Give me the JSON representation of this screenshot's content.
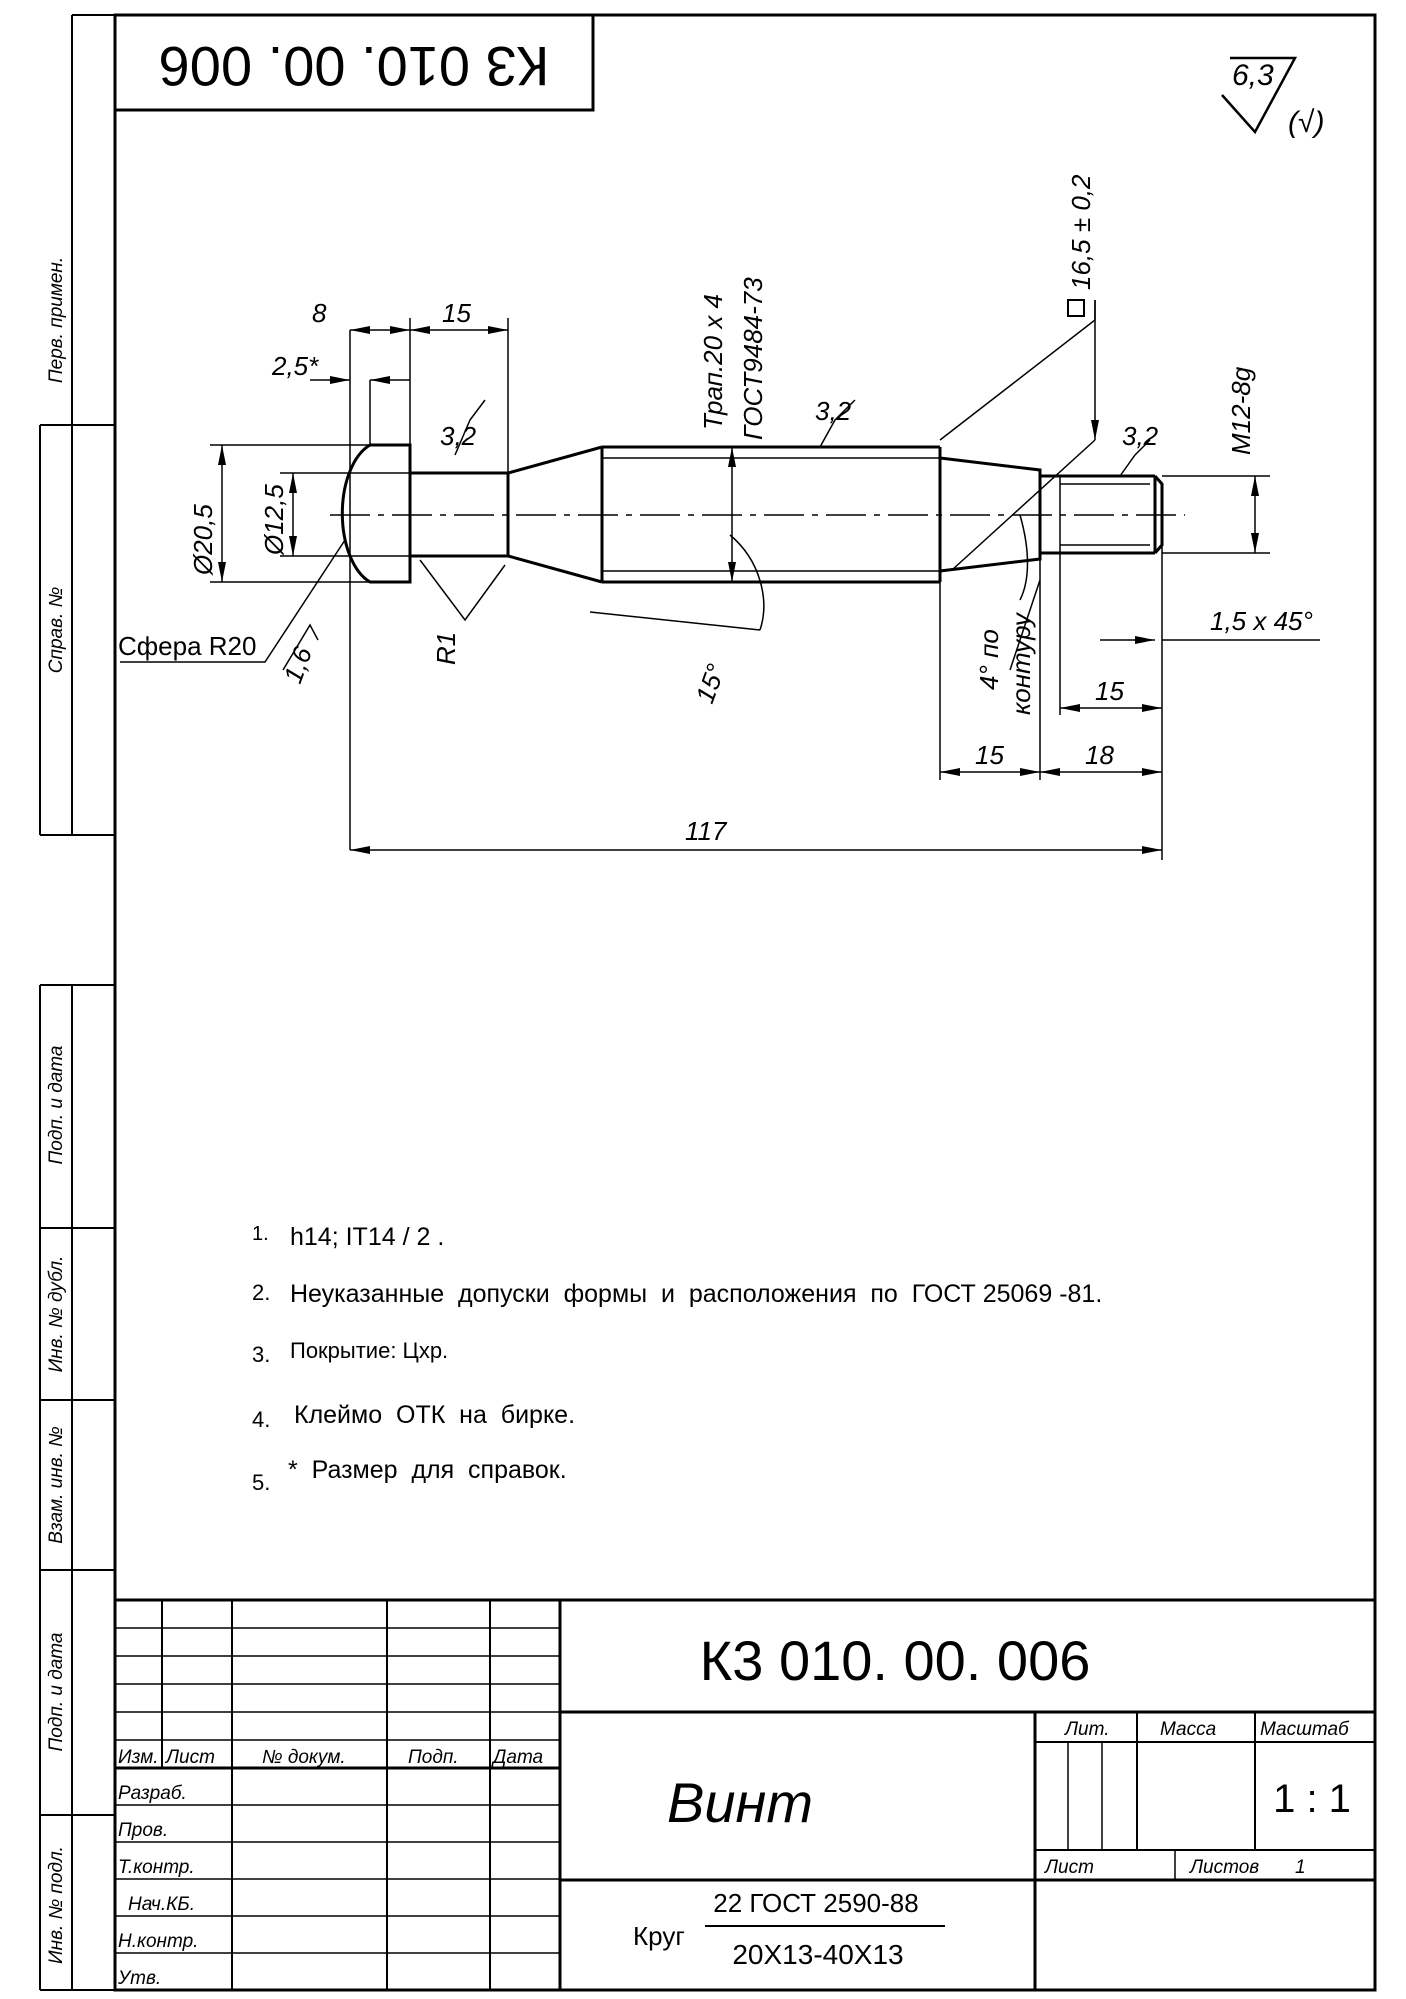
{
  "drawing_number": "К3 010. 00. 006",
  "drawing_number_rotated": "К3 010. 00. 006",
  "roughness": {
    "general": "6,3",
    "other": "(√)"
  },
  "side_strip": [
    "Перв. примен.",
    "Справ. №",
    "Подп. и дата",
    "Инв. № дубл.",
    "Взам. инв. №",
    "Подп. и дата",
    "Инв. № подл."
  ],
  "dims": {
    "d1": "8",
    "d2": "15",
    "d3": "2,5*",
    "d4": "3,2",
    "d5": "3,2",
    "d6": "3,2",
    "dia_head": "Ø20,5",
    "dia_neck": "Ø12,5",
    "thread_main_1": "Трап.20 х 4",
    "thread_main_2": "ГОСТ9484-73",
    "square": "16,5 ± 0,2",
    "thread_end": "M12-8g",
    "sphere": "Сфера R20",
    "r1": "R1",
    "ra16": "1,6",
    "angle15": "15°",
    "taper_1": "4° по",
    "taper_2": "контуру",
    "chamfer": "1,5 х 45°",
    "len15a": "15",
    "len15b": "15",
    "len18": "18",
    "len117": "117"
  },
  "notes": [
    {
      "num": "1.",
      "text": "h14; IT14 / 2 ."
    },
    {
      "num": "2.",
      "text": "Неуказанные  допуски  формы  и  расположения  по  ГОСТ 25069 -81."
    },
    {
      "num": "3.",
      "text": "Покрытие: Цхр."
    },
    {
      "num": "4.",
      "text": "Клеймо  ОТК  на  бирке."
    },
    {
      "num": "5.",
      "text": "*  Размер  для  справок."
    }
  ],
  "title_block": {
    "headers": {
      "izm": "Изм.",
      "list": "Лист",
      "doc": "№ докум.",
      "sign": "Подп.",
      "date": "Дата"
    },
    "roles": [
      "Разраб.",
      "Пров.",
      "Т.контр.",
      "Нач.КБ.",
      "Н.контр.",
      "Утв."
    ],
    "designation": "К3 010. 00. 006",
    "name": "Винт",
    "lit": "Лит.",
    "mass": "Масса",
    "scale_label": "Масштаб",
    "scale": "1 : 1",
    "sheet": "Лист",
    "sheets": "Листов",
    "sheets_count": "1",
    "material_prefix": "Круг",
    "material_top": "22 ГОСТ 2590-88",
    "material_bottom": "20Х13-40Х13"
  }
}
